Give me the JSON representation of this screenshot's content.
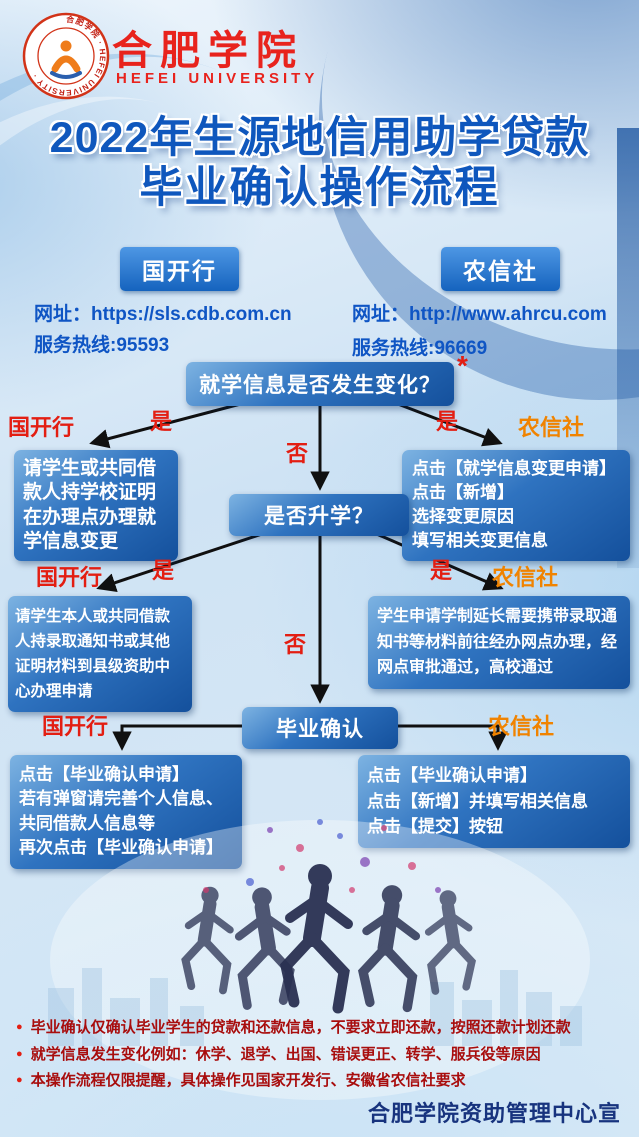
{
  "header": {
    "university_cn": "合肥学院",
    "university_en": "HEFEI UNIVERSITY",
    "seal_ring_text": "合肥学院 · HEFEI UNIVERSITY ·"
  },
  "title": {
    "line1": "2022年生源地信用助学贷款",
    "line2": "毕业确认操作流程"
  },
  "banks": {
    "cdb": {
      "name": "国开行",
      "url": "网址：https://sls.cdb.com.cn",
      "hotline": "服务热线:95593"
    },
    "rcc": {
      "name": "农信社",
      "url": "网址：http://www.ahrcu.com",
      "hotline": "服务热线:96669"
    }
  },
  "flow": {
    "q1": "就学信息是否发生变化？",
    "asterisk": "*",
    "yes": "是",
    "no": "否",
    "cdb_label": "国开行",
    "rcc_label": "农信社",
    "cdb_step1": "请学生或共同借款人持学校证明在办理点办理就学信息变更",
    "rcc_step1_lines": [
      "点击【就学信息变更申请】",
      "点击【新增】",
      "选择变更原因",
      "填写相关变更信息"
    ],
    "q2": "是否升学？",
    "cdb_step2": "请学生本人或共同借款人持录取通知书或其他证明材料到县级资助中心办理申请",
    "rcc_step2": "学生申请学制延长需要携带录取通知书等材料前往经办网点办理，经网点审批通过，高校通过",
    "final": "毕业确认",
    "cdb_step3_lines": [
      "点击【毕业确认申请】",
      "若有弹窗请完善个人信息、",
      "共同借款人信息等",
      "再次点击【毕业确认申请】"
    ],
    "rcc_step3_lines": [
      "点击【毕业确认申请】",
      "点击【新增】并填写相关信息",
      "点击【提交】按钮"
    ]
  },
  "notes": [
    "毕业确认仅确认毕业学生的贷款和还款信息，不要求立即还款，按照还款计划还款",
    "就学信息发生变化例如：休学、退学、出国、错误更正、转学、服兵役等原因",
    "本操作流程仅限提醒，具体操作见国家开发行、安徽省农信社要求"
  ],
  "footer": {
    "credit": "合肥学院资助管理中心宣"
  },
  "colors": {
    "accent_blue": "#1563be",
    "title_blue": "#0f57bd",
    "label_red": "#e31e12",
    "label_orange": "#f08300",
    "note_red": "#a80d0d",
    "brand_red": "#e8231d"
  }
}
